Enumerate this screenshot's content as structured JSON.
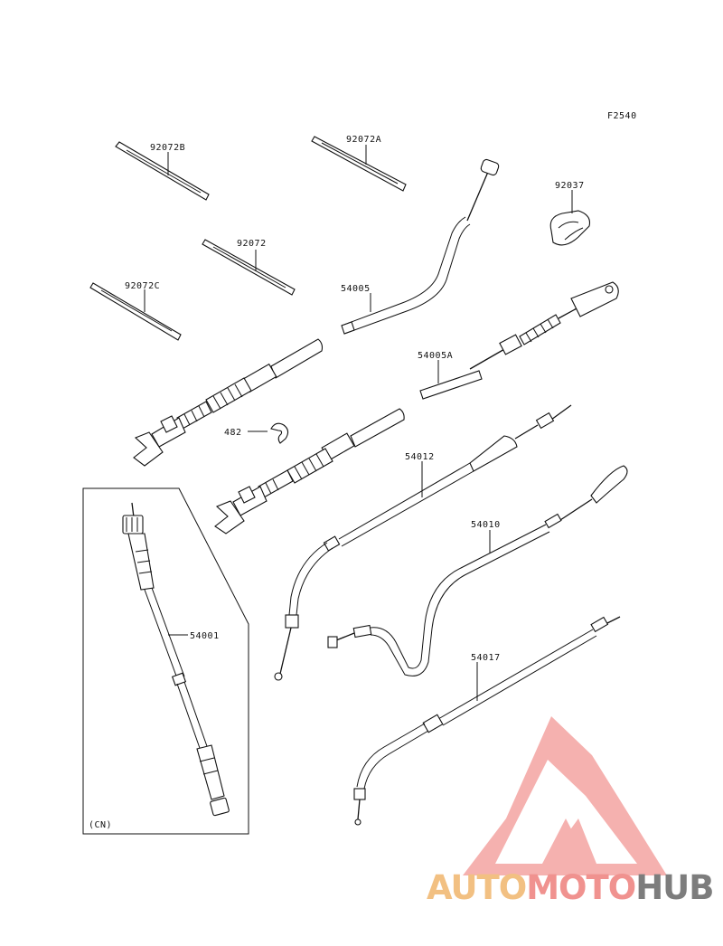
{
  "figure": {
    "code": "F2540",
    "labels": {
      "p92072B": "92072B",
      "p92072A": "92072A",
      "p92037": "92037",
      "p92072": "92072",
      "p54005": "54005",
      "p92072C": "92072C",
      "p54005A": "54005A",
      "p482": "482",
      "p54012": "54012",
      "p54010": "54010",
      "p54001": "54001",
      "p54017": "54017",
      "region": "(CN)"
    }
  },
  "watermark": {
    "part1": "AUTO",
    "part2": "MOTO",
    "part3": "HUB",
    "colors": {
      "auto": "#f2c082",
      "moto": "#f0928f",
      "hub": "#7d7d7d",
      "logo": "#f28a8a"
    }
  }
}
